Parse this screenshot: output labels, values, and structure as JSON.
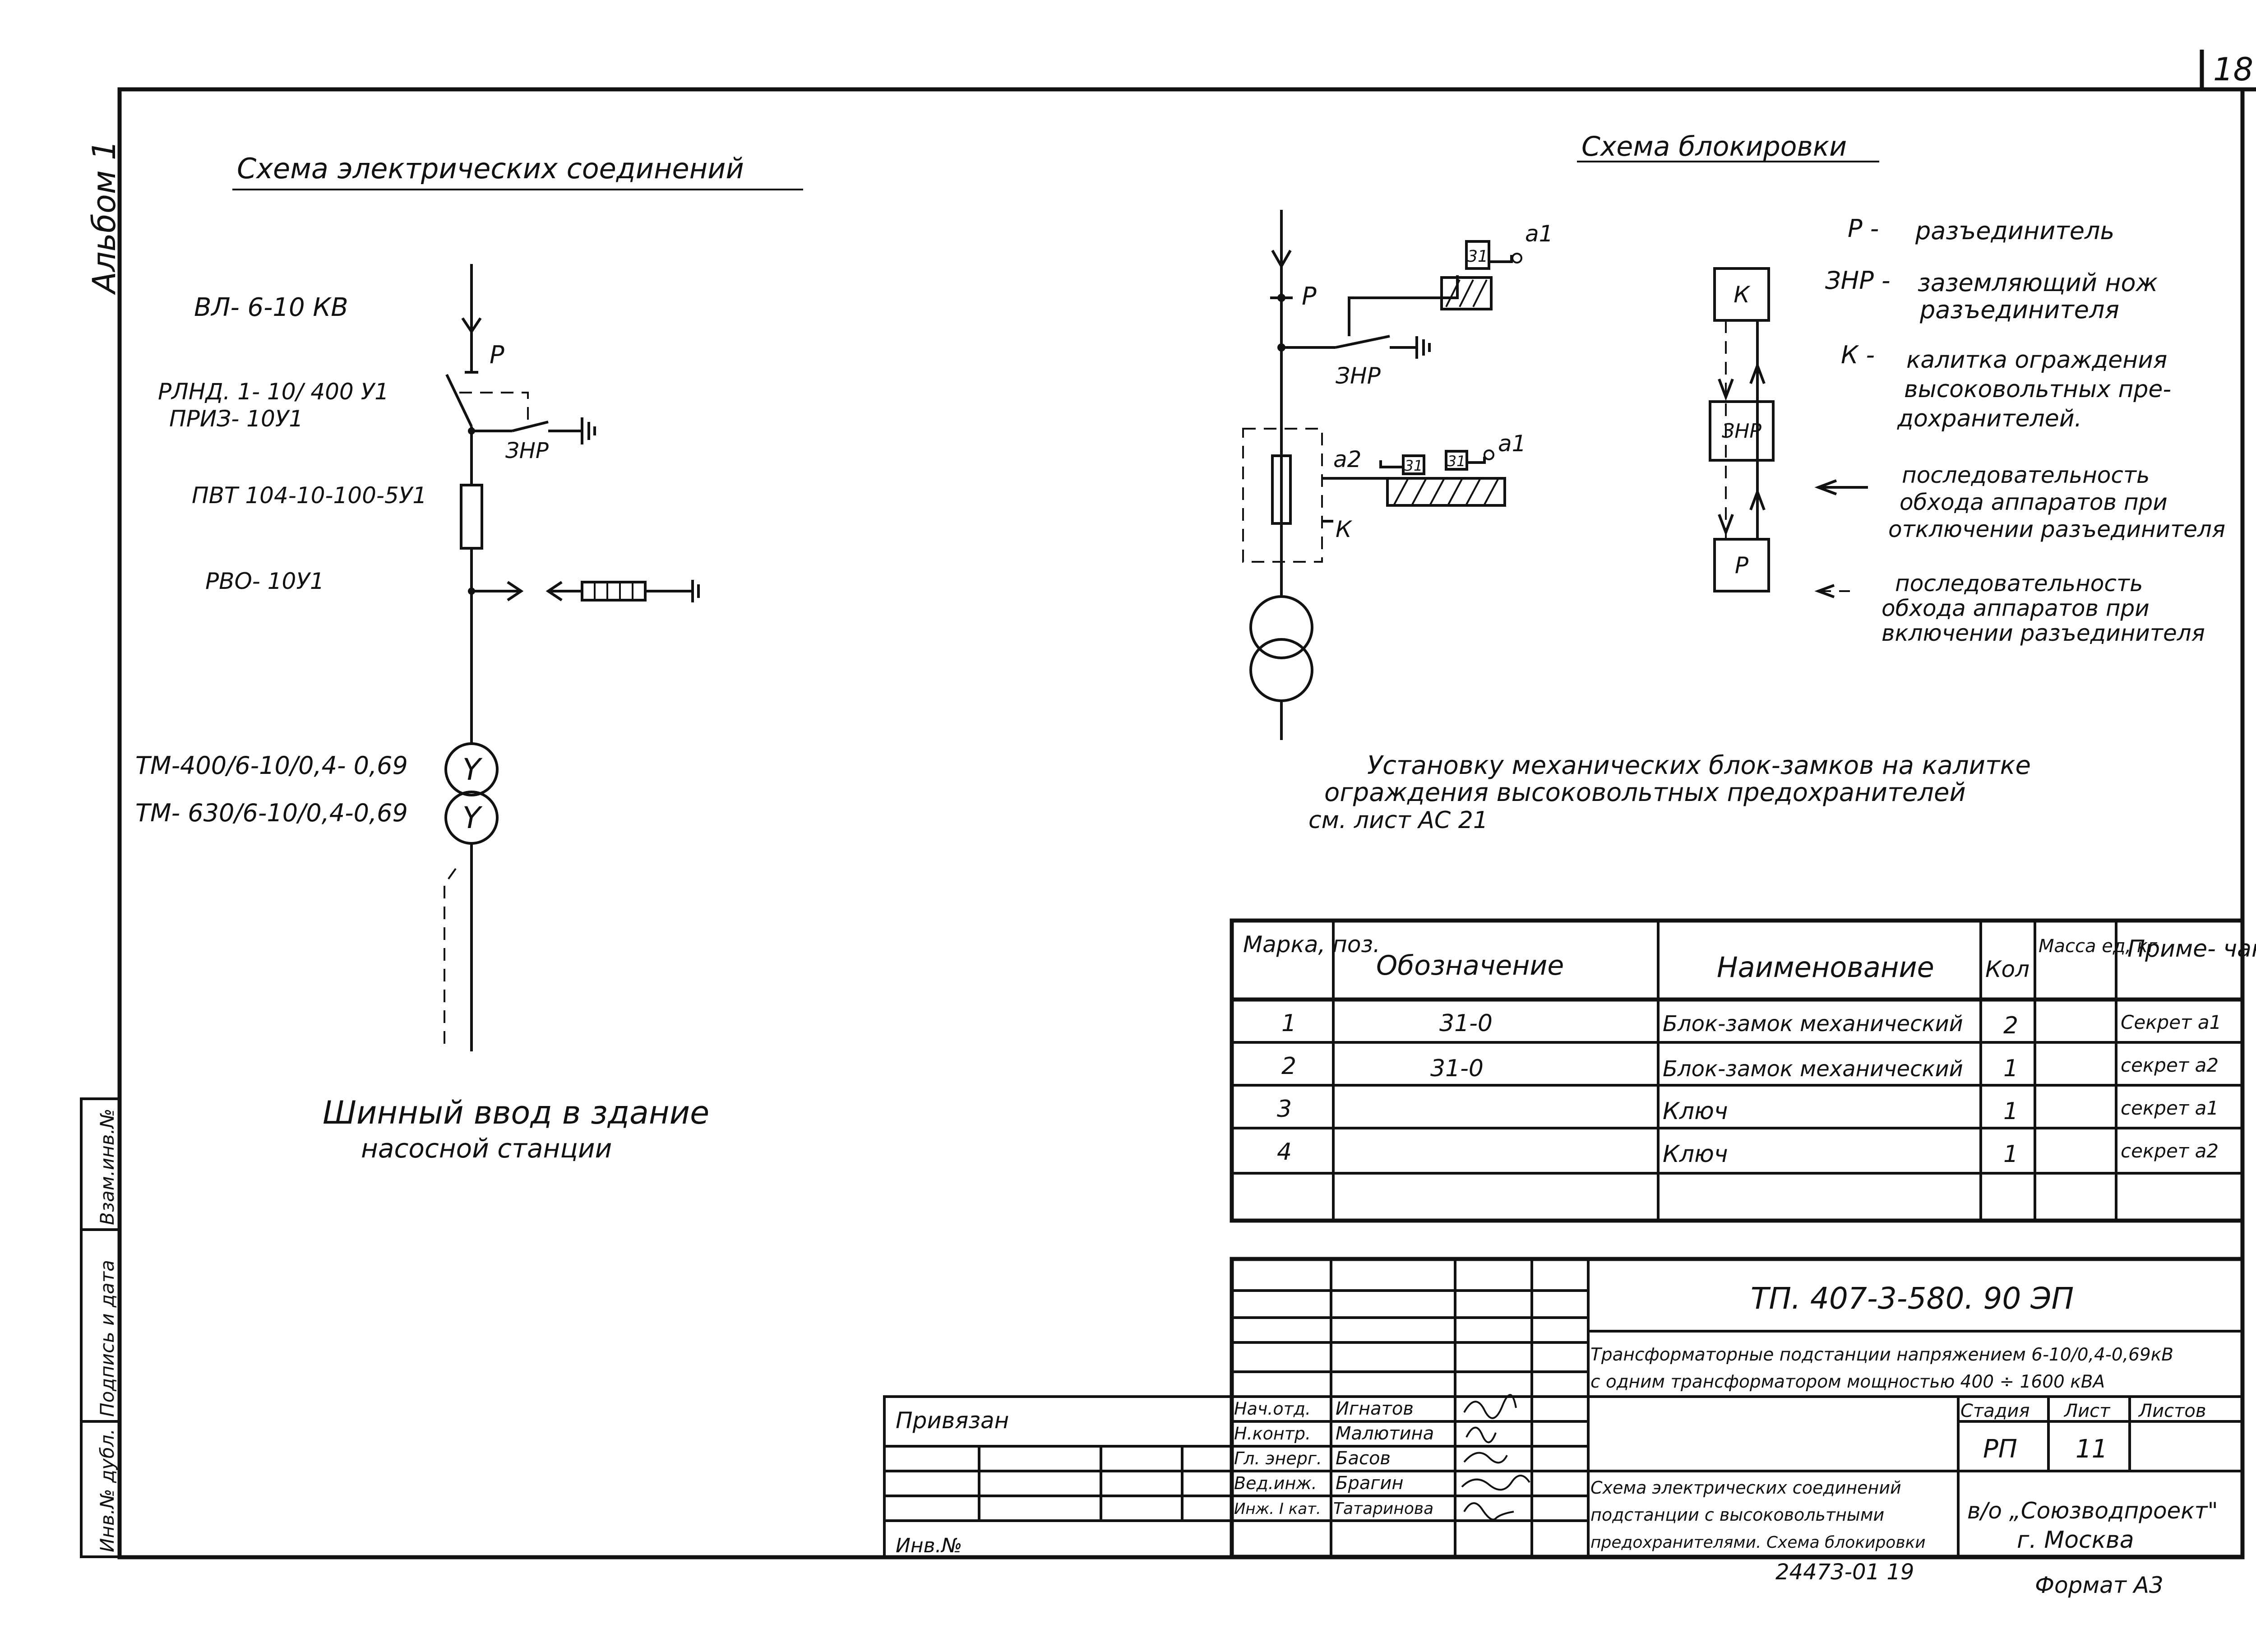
{
  "page_number": "18",
  "album": "Альбом 1",
  "left_margin": [
    "Инв.№ дубл.",
    "Подпись и дата",
    "Взам.инв.№"
  ],
  "left_title": "Схема электрических соединений",
  "left_labels": {
    "vl": "ВЛ- 6-10 КВ",
    "rlnd1": "РЛНД. 1- 10/ 400 У1",
    "rlnd2": "ПРИЗ- 10У1",
    "p": "Р",
    "znr": "ЗНР",
    "pvt": "ПВТ 104-10-100-5У1",
    "rvo": "РВО- 10У1",
    "tm1": "ТМ-400/6-10/0,4- 0,69",
    "tm2": "ТМ- 630/6-10/0,4-0,69",
    "y": "Y",
    "bus1": "Шинный ввод в здание",
    "bus2": "насосной станции"
  },
  "right_title": "Схема блокировки",
  "right_labels": {
    "p": "Р",
    "znr": "ЗНР",
    "a1": "а1",
    "a2": "а2",
    "k": "К",
    "lock": "31"
  },
  "legend": [
    {
      "code": "Р -",
      "text": [
        "разъединитель"
      ]
    },
    {
      "code": "ЗНР -",
      "text": [
        "заземляющий нож",
        "разъединителя"
      ]
    },
    {
      "code": "К -",
      "text": [
        "калитка ограждения",
        "высоковольтных пре-",
        "дохранителей."
      ]
    }
  ],
  "seq_off": [
    "последовательность",
    "обхода аппаратов при",
    "отключении разъединителя"
  ],
  "seq_on": [
    "последовательность",
    "обхода аппаратов при",
    "включении разъединителя"
  ],
  "box_labels": {
    "k": "К",
    "znr": "ЗНР",
    "p": "Р"
  },
  "note": [
    "Установку механических блок-замков на калитке",
    "ограждения высоковольтных предохранителей",
    "см. лист АС 21"
  ],
  "spec": {
    "headers": [
      "Марка, поз.",
      "Обозначение",
      "Наименование",
      "Кол",
      "Масса ед, кг",
      "Приме- чание"
    ],
    "rows": [
      [
        "1",
        "31-0",
        "Блок-замок механический",
        "2",
        "",
        "Секрет а1"
      ],
      [
        "2",
        "31-0",
        "Блок-замок механический",
        "1",
        "",
        "секрет а2"
      ],
      [
        "3",
        "",
        "Ключ",
        "1",
        "",
        "секрет а1"
      ],
      [
        "4",
        "",
        "Ключ",
        "1",
        "",
        "секрет а2"
      ]
    ]
  },
  "stamp": {
    "code": "ТП. 407-3-580. 90    ЭП",
    "desc1": "Трансформаторные подстанции напряжением 6-10/0,4-0,69кВ",
    "desc2": "с одним трансформатором мощностью 400 ÷ 1600 кВА",
    "stage_h": "Стадия",
    "sheet_h": "Лист",
    "sheets_h": "Листов",
    "stage": "РП",
    "sheet": "11",
    "sheets": "",
    "title1": "Схема электрических соединений",
    "title2": "подстанции с высоковольтными",
    "title3": "предохранителями. Схема блокировки",
    "org1": "в/о „Союзводпроект\"",
    "org2": "г. Москва",
    "persons": [
      {
        "role": "Нач.отд.",
        "name": "Игнатов"
      },
      {
        "role": "Н.контр.",
        "name": "Малютина"
      },
      {
        "role": "Гл. энерг.",
        "name": "Басов"
      },
      {
        "role": "Вед.инж.",
        "name": "Брагин"
      },
      {
        "role": "Инж. I кат.",
        "name": "Татаринова"
      }
    ],
    "privyazan": "Привязан",
    "inv": "Инв.№",
    "bottom_code": "24473-01    19",
    "format": "Формат А3"
  }
}
